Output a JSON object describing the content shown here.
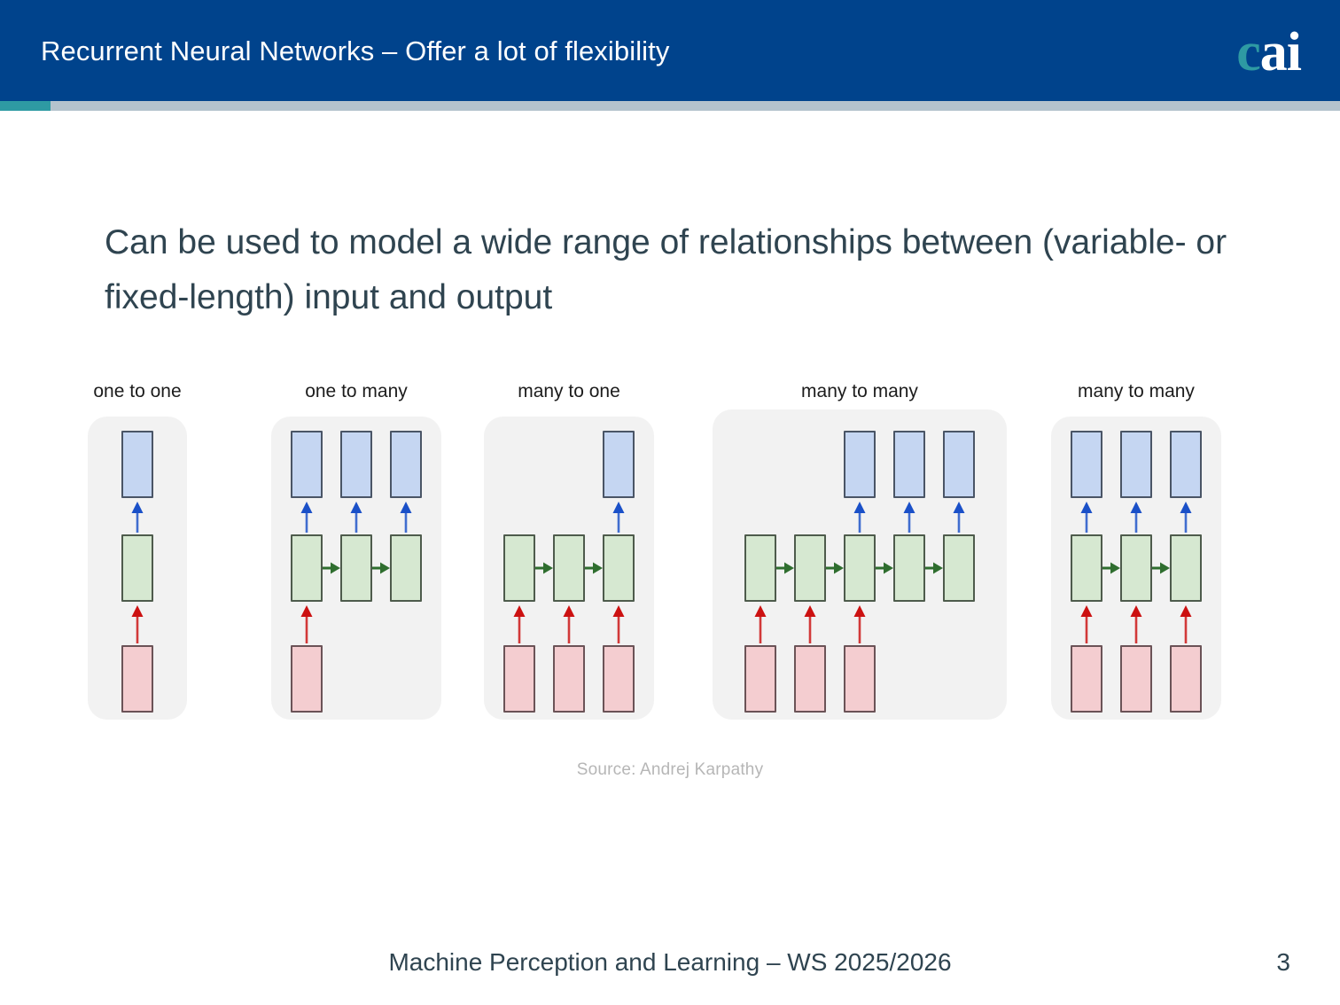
{
  "header": {
    "title": "Recurrent Neural Networks – Offer a lot of flexibility",
    "logo_c": "c",
    "logo_ai": "ai",
    "bg_color": "#00438c",
    "accent_teal": "#2e9aa3",
    "accent_gray": "#b4c3cd"
  },
  "body": {
    "text": "Can be used to model a wide range of relationships between (variable- or fixed-length) input and output",
    "color": "#2f4450"
  },
  "figure": {
    "source_caption": "Source: Andrej Karpathy",
    "colors": {
      "input_red": "#f4cdd0",
      "hidden_green": "#d6e8d1",
      "output_blue": "#c5d6f2",
      "panel_bg": "#f2f2f2",
      "arrow_red": "#cc1111",
      "arrow_blue": "#1a50c8",
      "arrow_green": "#2f6e2f"
    },
    "panels": [
      {
        "label": "one to one",
        "n_hidden": 1,
        "inputs": [
          0
        ],
        "outputs": [
          0
        ],
        "recurrent": false
      },
      {
        "label": "one to many",
        "n_hidden": 3,
        "inputs": [
          0
        ],
        "outputs": [
          0,
          1,
          2
        ],
        "recurrent": true
      },
      {
        "label": "many to one",
        "n_hidden": 3,
        "inputs": [
          0,
          1,
          2
        ],
        "outputs": [
          2
        ],
        "recurrent": true
      },
      {
        "label": "many to many",
        "n_hidden": 5,
        "inputs": [
          0,
          1,
          2
        ],
        "outputs": [
          2,
          3,
          4
        ],
        "recurrent": true
      },
      {
        "label": "many to many",
        "n_hidden": 3,
        "inputs": [
          0,
          1,
          2
        ],
        "outputs": [
          0,
          1,
          2
        ],
        "recurrent": true
      }
    ]
  },
  "footer": {
    "course": "Machine Perception and Learning – WS 2025/2026",
    "page": "3"
  }
}
